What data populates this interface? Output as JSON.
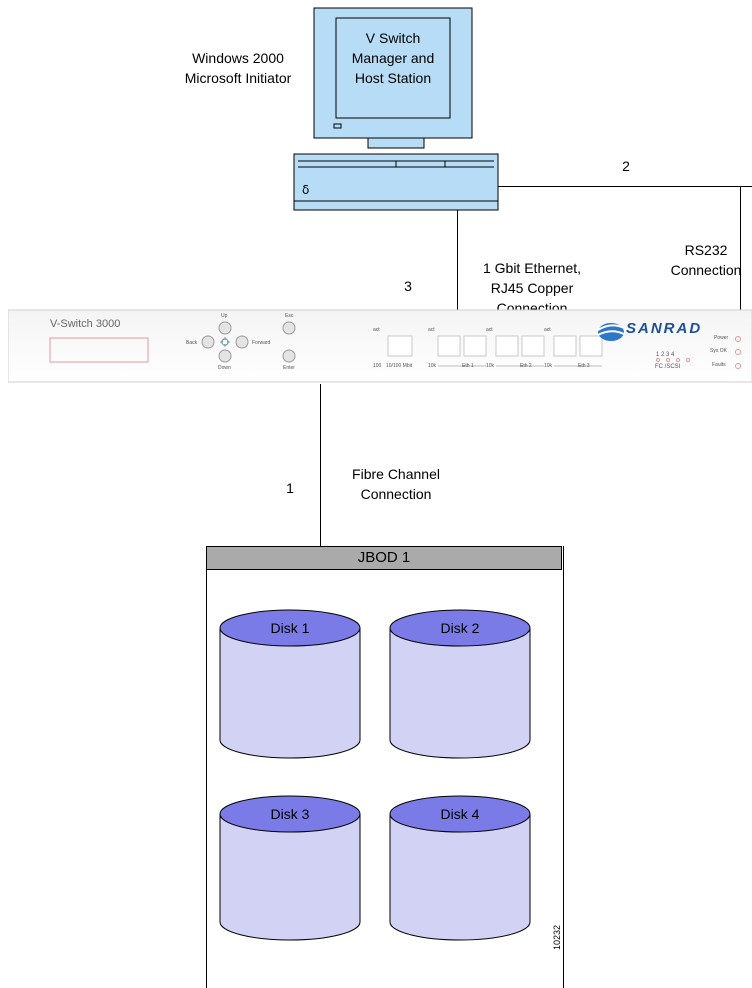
{
  "host": {
    "os_label": [
      "Windows 2000",
      "Microsoft Initiator"
    ],
    "screen_text": [
      "V Switch",
      "Manager and",
      "Host Station"
    ]
  },
  "connections": {
    "rs232": {
      "number": "2",
      "label": [
        "RS232",
        "Connection"
      ]
    },
    "ethernet": {
      "number": "3",
      "label": [
        "1 Gbit Ethernet,",
        "RJ45 Copper",
        "Connection"
      ]
    },
    "fibre": {
      "number": "1",
      "label": [
        "Fibre Channel",
        "Connection"
      ]
    }
  },
  "switch": {
    "model": "V-Switch 3000",
    "brand": "SANRAD",
    "nav_labels": {
      "up": "Up",
      "down": "Down",
      "back": "Back",
      "forward": "Forward",
      "esc": "Esc",
      "enter": "Enter"
    },
    "port_labels": {
      "eth1": "Eth 1",
      "eth2": "Eth 2",
      "eth3": "Eth 3",
      "fc_scsi": "FC /SCSI",
      "fc_numbers": "1  2  3  4",
      "speed": "10/100 Mbit",
      "hundred": "100",
      "lnk": "10k",
      "act": "act"
    },
    "status_leds": [
      "Power",
      "Sys OK",
      "Faults"
    ]
  },
  "jbod": {
    "title": "JBOD 1",
    "disks": [
      "Disk 1",
      "Disk 2",
      "Disk 3",
      "Disk 4"
    ]
  },
  "figure_id": "10232",
  "colors": {
    "screen": "#b7dcf5",
    "disk_top": "#7b7be8",
    "disk_body": "#d2d2f4",
    "jbod_header": "#aaaaaa"
  }
}
